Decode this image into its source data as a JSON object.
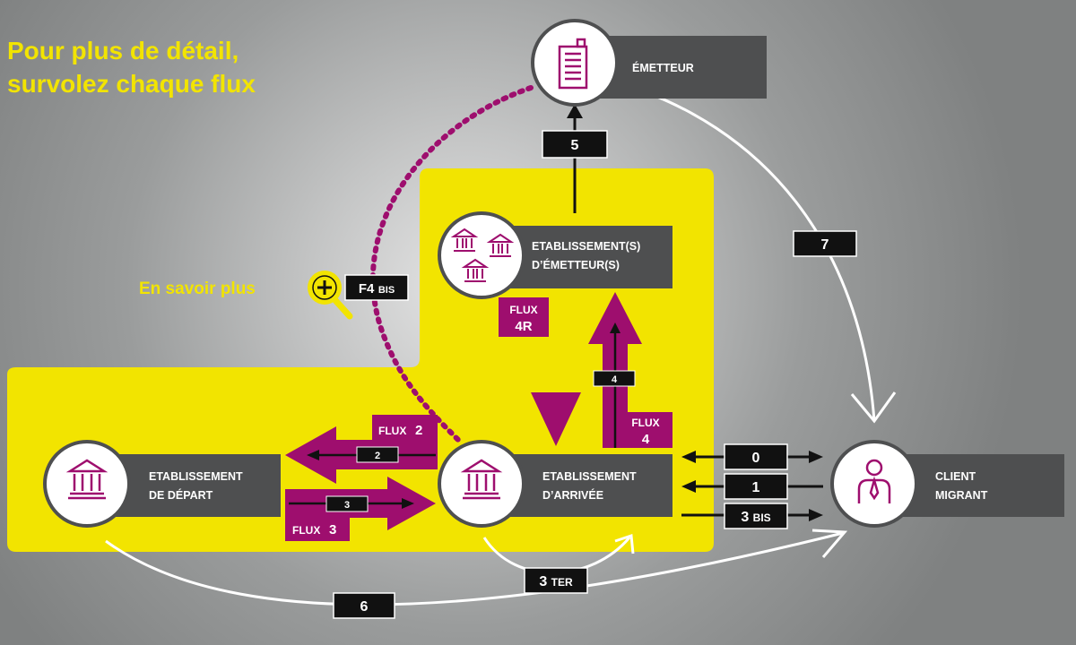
{
  "header": {
    "line1": "Pour plus de détail,",
    "line2": "survolez chaque flux"
  },
  "more_info": {
    "label": "En savoir plus",
    "badge_main": "F4",
    "badge_suffix": "BIS"
  },
  "nodes": {
    "emetteur": {
      "label": "ÉMETTEUR",
      "icon": "building-icon"
    },
    "etab_emetteur": {
      "line1": "ETABLISSEMENT(S)",
      "line2": "D’ÉMETTEUR(S)",
      "icon": "banks-icon"
    },
    "depart": {
      "line1": "ETABLISSEMENT",
      "line2": "DE DÉPART",
      "icon": "bank-icon"
    },
    "arrivee": {
      "line1": "ETABLISSEMENT",
      "line2": "D’ARRIVÉE",
      "icon": "bank-icon"
    },
    "client": {
      "line1": "CLIENT",
      "line2": "MIGRANT",
      "icon": "person-icon"
    }
  },
  "flows": {
    "f5": "5",
    "f7": "7",
    "f6": "6",
    "f0": "0",
    "f1": "1",
    "f3bis_main": "3",
    "f3bis_suffix": "BIS",
    "f3ter_main": "3",
    "f3ter_suffix": "TER",
    "f2_num": "2",
    "f3_num": "3",
    "f4_num": "4",
    "flux2_word": "FLUX",
    "flux2_num": "2",
    "flux3_word": "FLUX",
    "flux3_num": "3",
    "flux4_word": "FLUX",
    "flux4_num": "4",
    "flux4r_word": "FLUX",
    "flux4r_num": "4R"
  },
  "colors": {
    "yellow": "#f2e400",
    "magenta": "#9e0e6e",
    "dark_box": "#4e4f50",
    "black": "#111111",
    "white": "#ffffff"
  }
}
